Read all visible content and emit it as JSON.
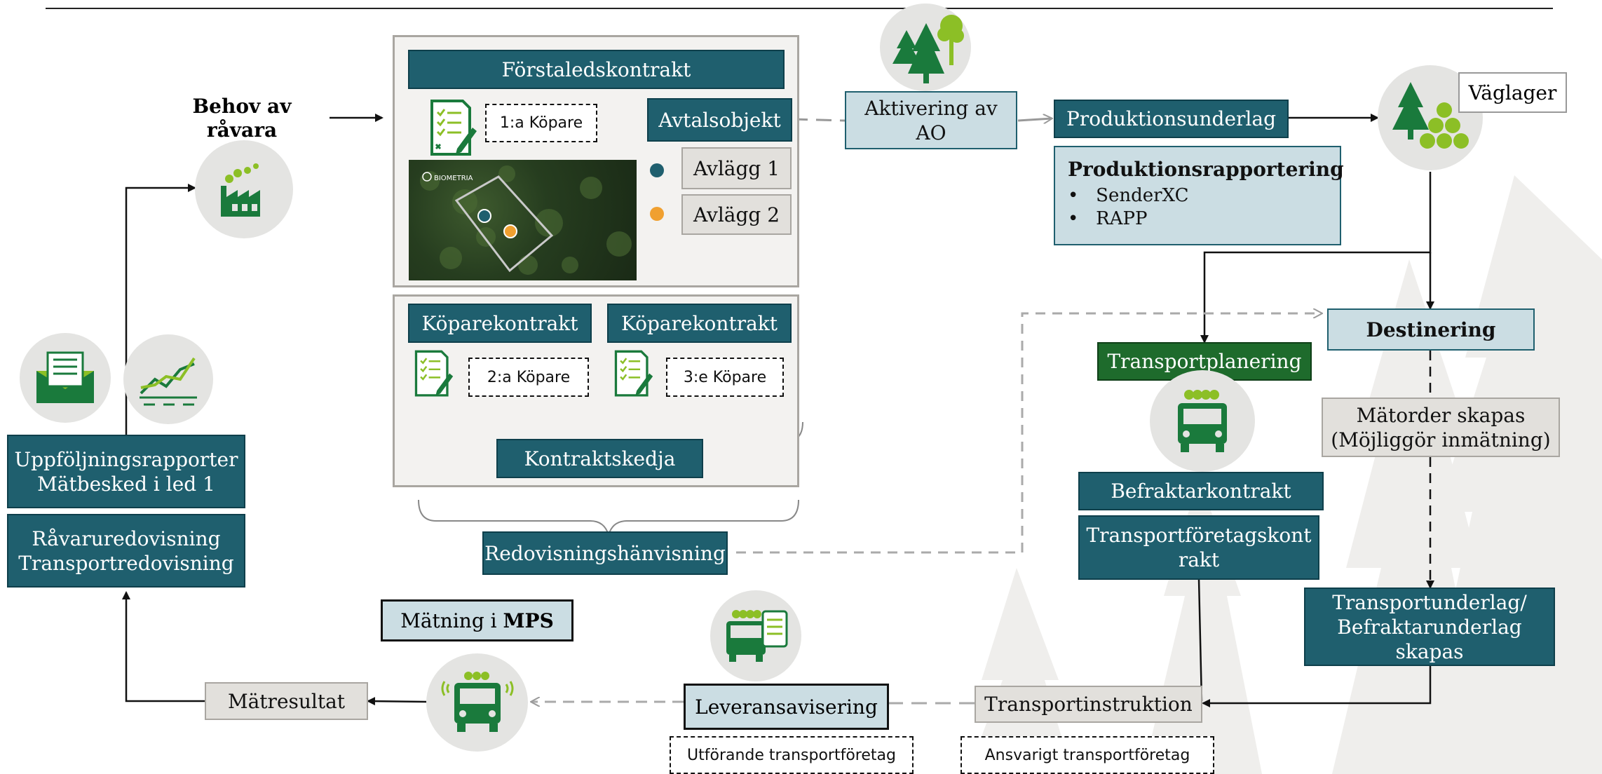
{
  "need": {
    "line1": "Behov av",
    "line2": "råvara"
  },
  "first_contract": {
    "title": "Förstaledskontrakt",
    "buyer": "1:a Köpare",
    "contract_object": "Avtalsobjekt",
    "avlagg1": "Avlägg 1",
    "avlagg2": "Avlägg 2",
    "map_logo": "BIOMETRIA"
  },
  "buyer_contracts": {
    "contract1": "Köparekontrakt",
    "contract2": "Köparekontrakt",
    "buyer2": "2:a Köpare",
    "buyer3": "3:e Köpare",
    "chain": "Kontraktskedja"
  },
  "redovisning": "Redovisningshänvisning",
  "activation": {
    "line1": "Aktivering av",
    "line2": "AO"
  },
  "production": {
    "underlag": "Produktionsunderlag",
    "reporting_title": "Produktionsrapportering",
    "items": [
      "SenderXC",
      "RAPP"
    ]
  },
  "vaglager": "Väglager",
  "destinering": "Destinering",
  "transportplanering": "Transportplanering",
  "matorder": {
    "line1": "Mätorder skapas",
    "line2": "(Möjliggör inmätning)"
  },
  "befraktarkontrakt": "Befraktarkontrakt",
  "transportforetagskontrakt": {
    "line1": "Transportföretagskont",
    "line2": "rakt"
  },
  "transportunderlag": {
    "line1": "Transportunderlag/",
    "line2": "Befraktarunderlag",
    "line3": "skapas"
  },
  "transportinstruktion": "Transportinstruktion",
  "ansvarigt": "Ansvarigt transportföretag",
  "leveransavisering": "Leveransavisering",
  "utforande": "Utförande transportföretag",
  "matning": {
    "prefix": "Mätning i ",
    "bold": "MPS"
  },
  "matresultat": "Mätresultat",
  "reports": {
    "line1": "Uppföljningsrapporter",
    "line2": "Mätbesked i led 1",
    "line3": "Råvaruredovisning",
    "line4": "Transportredovisning"
  },
  "colors": {
    "teal": "#1f5f6e",
    "green": "#1e6b2c",
    "lime": "#8cbf26",
    "forest": "#1a7a3c",
    "light_blue": "#cbdde3",
    "grey": "#e2e0dc"
  }
}
